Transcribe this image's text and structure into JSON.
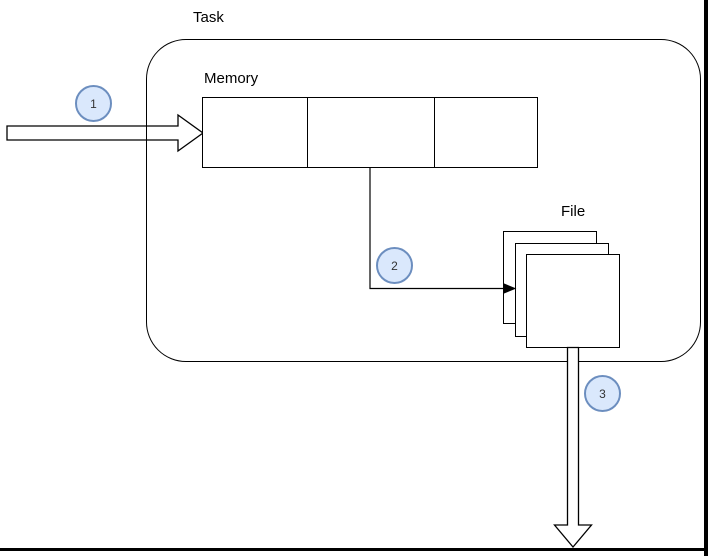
{
  "diagram": {
    "title": "Task",
    "task_label": "Task",
    "memory_label": "Memory",
    "file_label": "File",
    "memory_cell_count": 3,
    "file_page_count": 3,
    "steps": [
      {
        "id": "1",
        "description": "input arrow into memory"
      },
      {
        "id": "2",
        "description": "connector from memory to file"
      },
      {
        "id": "3",
        "description": "output arrow from file"
      }
    ],
    "colors": {
      "step_circle_fill": "#dae8fc",
      "step_circle_border": "#6c8ebf",
      "line": "#000000",
      "background": "#ffffff"
    }
  }
}
